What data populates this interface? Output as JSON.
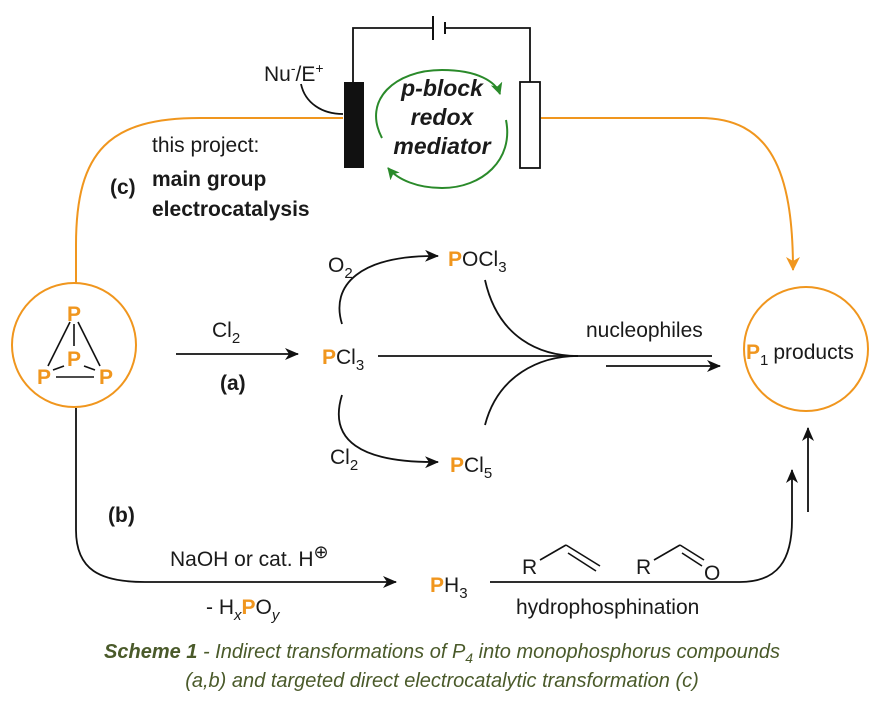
{
  "colors": {
    "orange": "#f0961e",
    "green": "#2a8a2a",
    "caption": "#4a5a2a",
    "text": "#1a1a1a"
  },
  "labels": {
    "nu_e_left": "Nu",
    "nu_e_sup1": "-",
    "nu_e_mid": "/E",
    "nu_e_sup2": "+",
    "mediator_1": "p-block",
    "mediator_2": "redox",
    "mediator_3": "mediator",
    "this_project": "this project:",
    "route_c": "(c)",
    "main_group": "main group",
    "electrocatalysis": "electrocatalysis",
    "p4_atom": "P",
    "cl2_a": "Cl",
    "cl2_a_sub": "2",
    "route_a": "(a)",
    "pcl3_p": "P",
    "pcl3_rest": "Cl",
    "pcl3_sub": "3",
    "o2": "O",
    "o2_sub": "2",
    "pocl3_p": "P",
    "pocl3_rest": "OCl",
    "pocl3_sub": "3",
    "cl2_b": "Cl",
    "cl2_b_sub": "2",
    "pcl5_p": "P",
    "pcl5_rest": "Cl",
    "pcl5_sub": "5",
    "nucleophiles": "nucleophiles",
    "p1_p": "P",
    "p1_sub": "1",
    "p1_rest": "products",
    "route_b": "(b)",
    "naoh": "NaOH or cat. H",
    "plus_circle": "⊕",
    "hxpoy_dash": "-  H",
    "hxpoy_x": "x",
    "hxpoy_p": "P",
    "hxpoy_o": "O",
    "hxpoy_y": "y",
    "ph3_p": "P",
    "ph3_rest": "H",
    "ph3_sub": "3",
    "r1": "R",
    "r2": "R",
    "o_ald": "O",
    "hydrophosphination": "hydrophosphination"
  },
  "caption": {
    "bold": "Scheme 1",
    "line1": " - Indirect transformations of P",
    "line1_sub": "4",
    "line1_end": " into monophosphorus compounds",
    "line2": "(a,b) and targeted direct electrocatalytic transformation (c)"
  }
}
